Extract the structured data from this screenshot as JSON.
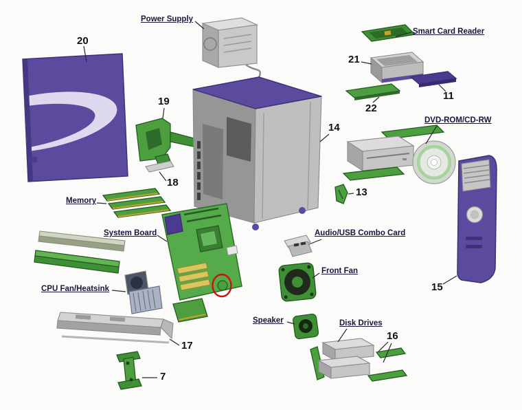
{
  "diagram": {
    "subject": "Exploded parts diagram of a desktop computer tower",
    "background": "#fbfbfa"
  },
  "part_labels": {
    "power_supply": "Power Supply",
    "smart_card_reader": "Smart Card Reader",
    "dvd_rom_cd_rw": "DVD-ROM/CD-RW",
    "memory": "Memory",
    "system_board": "System Board",
    "audio_usb_combo_card": "Audio/USB Combo Card",
    "front_fan": "Front Fan",
    "cpu_fan_heatsink": "CPU Fan/Heatsink",
    "speaker": "Speaker",
    "disk_drives": "Disk Drives"
  },
  "part_numbers": {
    "n7": "7",
    "n11": "11",
    "n13": "13",
    "n14": "14",
    "n15": "15",
    "n16": "16",
    "n17": "17",
    "n18": "18",
    "n19": "19",
    "n20": "20",
    "n21": "21",
    "n22": "22"
  },
  "annotation": {
    "type": "highlight-circle",
    "color": "#cc1111"
  },
  "colors": {
    "purple": "#5b4a9e",
    "purple_dark": "#3c2f73",
    "green": "#3f8f36",
    "green_light": "#55ab49",
    "green_dark": "#245c1e",
    "chassis_gray": "#b9b9b9",
    "label_text": "#16163f"
  }
}
